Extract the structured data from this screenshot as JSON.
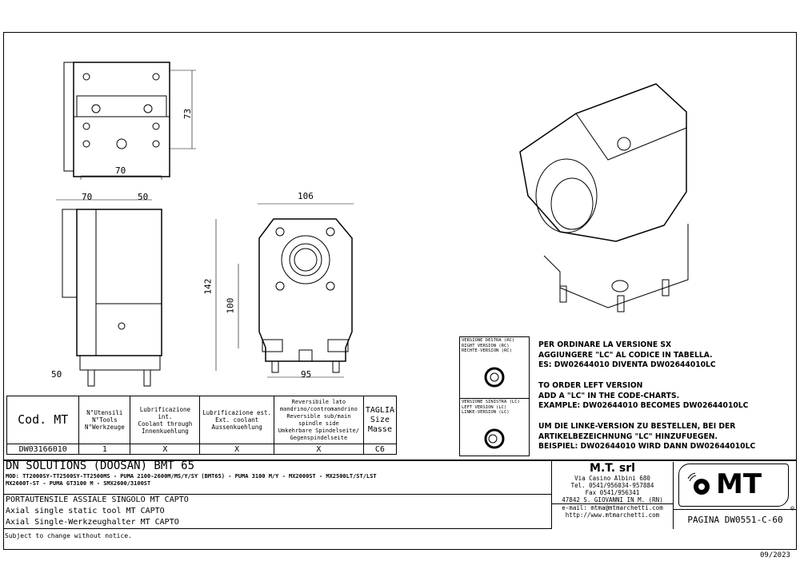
{
  "dimensions": {
    "top_height": "73",
    "top_width": "70",
    "side_left": "70",
    "side_right": "50",
    "side_bottom": "50",
    "front_width": "106",
    "front_height": "142",
    "front_inner_height": "100",
    "front_bottom_width": "95"
  },
  "table": {
    "headers": [
      "Cod. MT",
      [
        "N°Utensili",
        "N°Tools",
        "N°Werkzeuge"
      ],
      [
        "Lubrificazione int.",
        "Coolant through",
        "Innenkuehlung"
      ],
      [
        "Lubrificazione est.",
        "Ext. coolant",
        "Aussenkuehlung"
      ],
      [
        "Reversibile lato",
        "mandrino/contromandrino",
        "Reversible sub/main",
        "spindle side",
        "Umkehrbare Spindelseite/",
        "Gegenspindelseite"
      ],
      [
        "TAGLIA",
        "Size",
        "Masse"
      ]
    ],
    "rows": [
      [
        "DW03166010",
        "1",
        "X",
        "X",
        "X",
        "C6"
      ]
    ]
  },
  "versions": {
    "right": [
      "VERSIONE DESTRA (RC)",
      "RIGHT VERSION (RC)",
      "RECHTE-VERSION (RC)"
    ],
    "left": [
      "VERSIONE SINISTRA (LC)",
      "LEFT VERSION (LC)",
      "LINKE-VERSION (LC)"
    ]
  },
  "notes": {
    "it": [
      "PER ORDINARE LA VERSIONE SX",
      "AGGIUNGERE \"LC\" AL CODICE IN TABELLA.",
      "ES: DW02644010 DIVENTA DW02644010LC"
    ],
    "en": [
      "TO ORDER LEFT VERSION",
      "ADD A \"LC\" IN THE CODE-CHARTS.",
      "EXAMPLE: DW02644010 BECOMES DW02644010LC"
    ],
    "de": [
      "UM DIE LINKE-VERSION ZU BESTELLEN, BEI DER",
      "ARTIKELBEZEICHNUNG \"LC\" HINZUFUEGEN.",
      "BEISPIEL: DW02644010 WIRD DANN DW02644010LC"
    ]
  },
  "title_block": {
    "machine": "DN SOLUTIONS (DOOSAN)   BMT 65",
    "models": [
      "MOD: TT2000SY-TT2500SY-TT2500MS - PUMA 2100-2600M/MS/Y/SY (BMT65) - PUMA 3100 M/Y - MX2000ST - MX2500LT/ST/LST",
      "MX2600T-ST - PUMA GT3100 M - SMX2600/3100ST"
    ],
    "desc_it": "PORTAUTENSILE ASSIALE SINGOLO MT CAPTO",
    "desc_en": "Axial single static tool MT CAPTO",
    "desc_de": "Axial Single-Werkzeughalter MT CAPTO",
    "company": "M.T. srl",
    "address": [
      "Via Casino Albini 680",
      "Tel. 0541/956034-957884",
      "Fax 0541/956341",
      "47842 S. GIOVANNI IN M. (RN)",
      "e-mail: mtma@mtmarchetti.com",
      "http://www.mtmarchetti.com"
    ],
    "logo_text": "MT",
    "page": "PAGINA  DW0551-C-60"
  },
  "footer": {
    "disclaimer": "Subject to change without notice.",
    "date": "09/2023"
  }
}
